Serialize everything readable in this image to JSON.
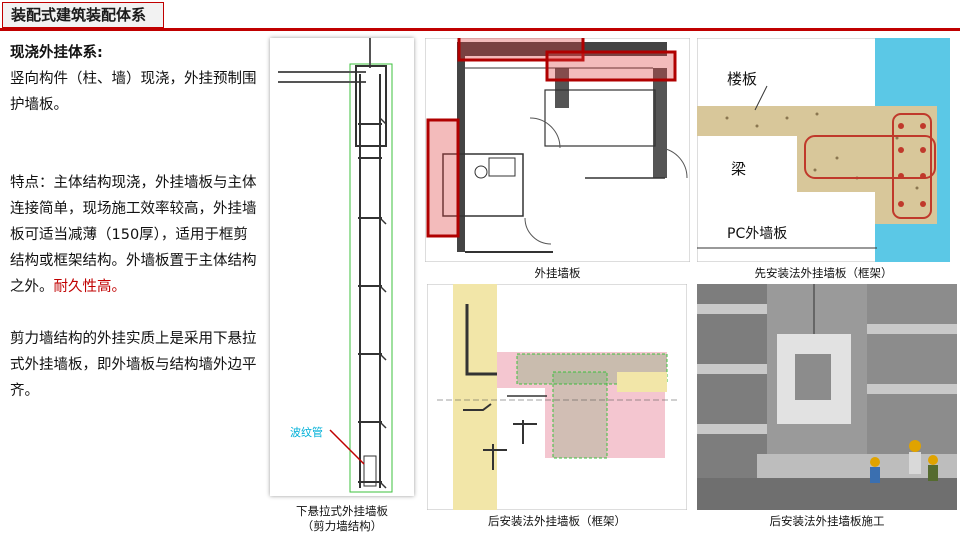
{
  "header": {
    "title": "装配式建筑装配体系"
  },
  "text": {
    "heading": "现浇外挂体系:",
    "intro": "竖向构件（柱、墙）现浇，外挂预制围护墙板。",
    "feature_main": "特点：主体结构现浇，外挂墙板与主体连接简单，现场施工效率较高，外挂墙板可适当减薄（150厚），适用于框剪结构或框架结构。外墙板置于主体结构之外。",
    "feature_highlight": "耐久性高。",
    "shear_wall": "剪力墙结构的外挂实质上是采用下悬拉式外挂墙板，即外墙板与结构墙外边平齐。"
  },
  "figures": {
    "fig1": {
      "caption_line1": "下悬拉式外挂墙板",
      "caption_line2": "（剪力墙结构）",
      "annotation": "波纹管"
    },
    "fig2": {
      "caption": "外挂墙板"
    },
    "fig3": {
      "caption": "先安装法外挂墙板（框架）",
      "label_slab": "楼板",
      "label_beam": "梁",
      "label_panel": "PC外墙板"
    },
    "fig4": {
      "caption": "后安装法外挂墙板（框架）"
    },
    "fig5": {
      "caption": "后安装法外挂墙板施工"
    }
  },
  "colors": {
    "accent": "#c00000",
    "water": "#5bc8e6",
    "concrete": "#d8c79a",
    "rebar": "#c0392b"
  }
}
